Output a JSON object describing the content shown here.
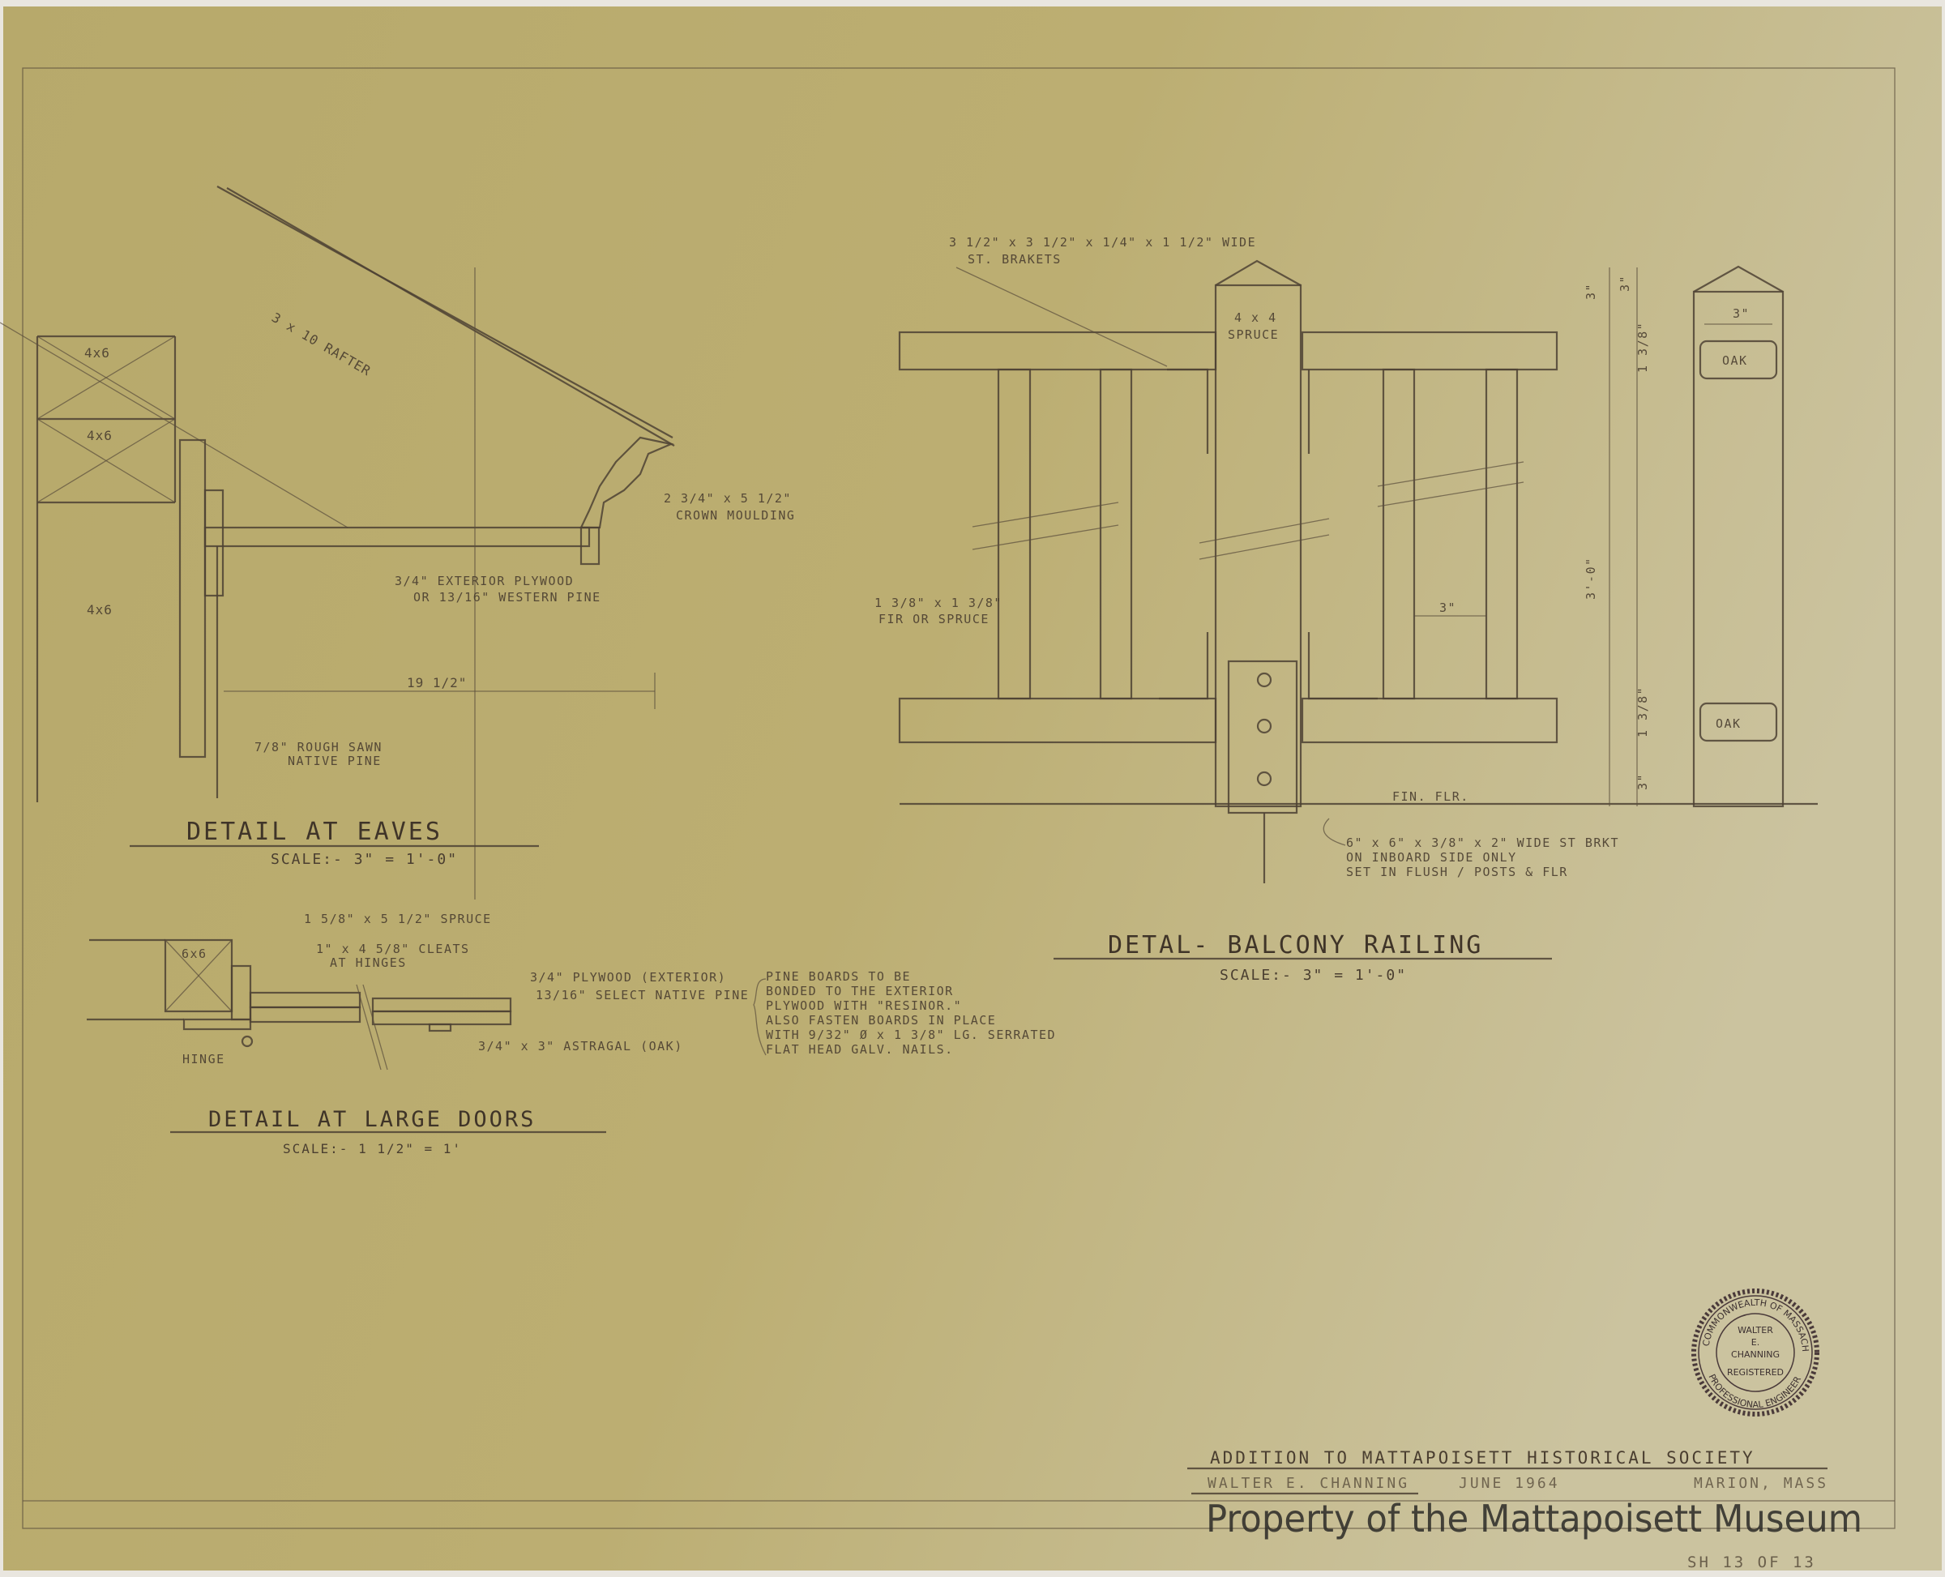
{
  "colors": {
    "paper": "#bcae72",
    "paper_light": "#c9c09a",
    "ink": "#4a3e30"
  },
  "eaves": {
    "title": "DETAIL AT EAVES",
    "scale": "SCALE:- 3\" = 1'-0\"",
    "post_labels": [
      "4x6",
      "4x6",
      "4x6"
    ],
    "rafter": "3 x 10 RAFTER",
    "crown_1": "2 3/4\" x 5 1/2\"",
    "crown_2": "CROWN MOULDING",
    "plywood_1": "3/4\" EXTERIOR PLYWOOD",
    "plywood_2": "OR 13/16\" WESTERN PINE",
    "dimension": "19 1/2\"",
    "siding_1": "7/8\" ROUGH SAWN",
    "siding_2": "NATIVE PINE"
  },
  "balcony": {
    "title": "DETAL- BALCONY RAILING",
    "scale": "SCALE:- 3\" = 1'-0\"",
    "brackets_1": "3 1/2\" x 3 1/2\" x 1/4\" x 1 1/2\" WIDE",
    "brackets_2": "ST. BRAKETS",
    "post_1": "4 x 4",
    "post_2": "SPRUCE",
    "baluster_1": "1 3/8\" x 1 3/8\"",
    "baluster_2": "FIR OR SPRUCE",
    "spacing": "3\"",
    "floor": "FIN. FLR.",
    "plate_1": "6\" x 6\" x 3/8\" x 2\" WIDE ST BRKT",
    "plate_2": "ON INBOARD SIDE ONLY",
    "plate_3": "SET IN FLUSH / POSTS & FLR",
    "side_width": "3\"",
    "oak_top": "OAK",
    "oak_bottom": "OAK",
    "dim_top": "3\"",
    "dim_height": "3'-0\"",
    "dim_rail_top": "1 3/8\"",
    "dim_rail_bottom": "1 3/8\"",
    "dim_bottom": "3\"",
    "dim_cap": "3\""
  },
  "doors": {
    "title": "DETAIL AT LARGE DOORS",
    "scale": "SCALE:- 1 1/2\" = 1'",
    "post": "6x6",
    "spruce": "1 5/8\" x 5 1/2\" SPRUCE",
    "cleats_1": "1\" x 4 5/8\" CLEATS",
    "cleats_2": "AT HINGES",
    "plywood": "3/4\" PLYWOOD (EXTERIOR)",
    "pine": "13/16\" SELECT NATIVE PINE",
    "astragal": "3/4\" x 3\" ASTRAGAL (OAK)",
    "hinge": "HINGE",
    "note": [
      "PINE BOARDS TO BE",
      "BONDED TO THE EXTERIOR",
      "PLYWOOD WITH \"RESINOR.\"",
      "ALSO FASTEN BOARDS IN PLACE",
      "WITH 9/32\" Ø x 1 3/8\" LG. SERRATED",
      "FLAT HEAD GALV. NAILS."
    ]
  },
  "title_block": {
    "project": "ADDITION TO MATTAPOISETT  HISTORICAL SOCIETY",
    "engineer": "WALTER E. CHANNING",
    "date": "JUNE 1964",
    "location": "MARION, MASS",
    "sheet": "SH 13 OF 13"
  },
  "seal": {
    "outer": "COMMONWEALTH OF MASSACHUSETTS",
    "name_1": "WALTER",
    "name_2": "E.",
    "name_3": "CHANNING",
    "registered": "REGISTERED",
    "bottom": "PROFESSIONAL ENGINEER"
  },
  "watermark": "Property of the Mattapoisett Museum"
}
